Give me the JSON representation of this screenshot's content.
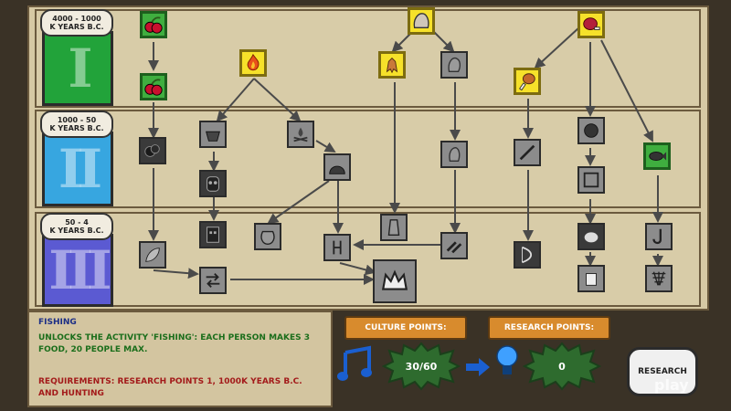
{
  "eras": [
    {
      "years": "4000 - 1000\nK YEARS B.C.",
      "numeral": "I",
      "color": "#22a33a"
    },
    {
      "years": "1000 - 50\nK YEARS B.C.",
      "numeral": "II",
      "color": "#37a6e0"
    },
    {
      "years": "50 - 4\nK YEARS B.C.",
      "numeral": "III",
      "color": "#5b5ad2"
    }
  ],
  "nodes": {
    "berries_1": {
      "icon": "cherries-icon",
      "status": "researched"
    },
    "berries_2": {
      "icon": "cherries-icon",
      "status": "researched"
    },
    "fire": {
      "icon": "fire-icon",
      "status": "available"
    },
    "stone": {
      "icon": "stone-icon",
      "status": "available"
    },
    "fur": {
      "icon": "fur-icon",
      "status": "available"
    },
    "stone_tool": {
      "icon": "stone-tool-icon",
      "status": "locked"
    },
    "meat": {
      "icon": "ham-icon",
      "status": "available"
    },
    "drumstick": {
      "icon": "drumstick-icon",
      "status": "available"
    },
    "fishing": {
      "icon": "fish-icon",
      "status": "researched"
    }
  },
  "info": {
    "title": "FISHING",
    "description": "UNLOCKS THE ACTIVITY 'FISHING': EACH PERSON MAKES 3 FOOD, 20 PEOPLE MAX.",
    "requirements": "REQUIREMENTS: RESEARCH POINTS 1, 1000K YEARS B.C. AND HUNTING"
  },
  "points": {
    "culture_label": "CULTURE POINTS:",
    "research_label": "RESEARCH POINTS:",
    "culture_value": "30/60",
    "research_value": "0"
  },
  "research_button": "RESEARCH",
  "watermark": "play"
}
